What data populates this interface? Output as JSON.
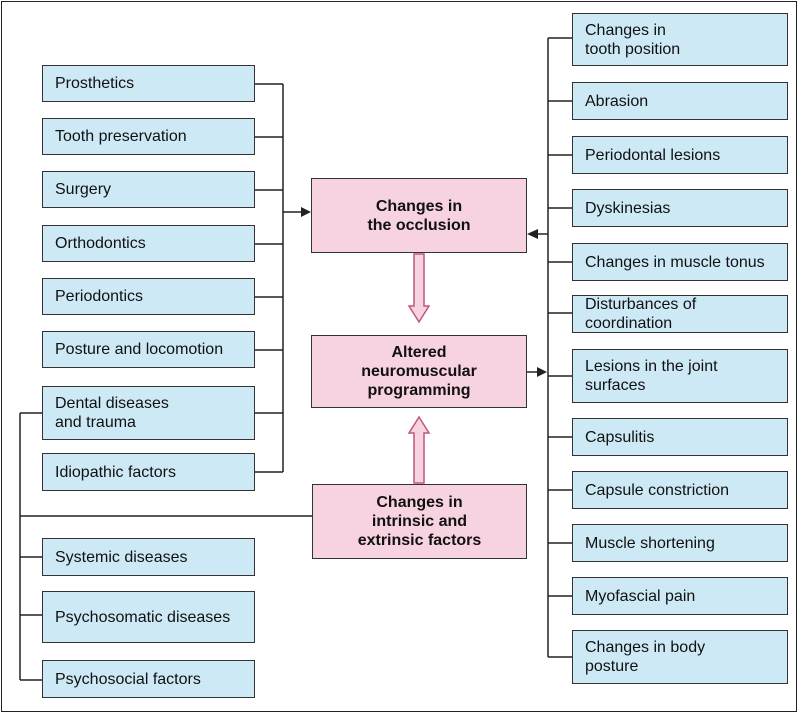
{
  "left_boxes": [
    "Prosthetics",
    "Tooth preservation",
    "Surgery",
    "Orthodontics",
    "Periodontics",
    "Posture and locomotion",
    "Dental diseases\nand trauma",
    "Idiopathic factors",
    "Systemic diseases",
    "Psychosomatic diseases",
    "Psychosocial factors"
  ],
  "center_boxes": {
    "occlusion": "Changes in\nthe occlusion",
    "neuromuscular": "Altered\nneuromuscular\nprogramming",
    "factors": "Changes in\nintrinsic and\nextrinsic factors"
  },
  "right_boxes": [
    "Changes in\ntooth position",
    "Abrasion",
    "Periodontal lesions",
    "Dyskinesias",
    "Changes in muscle tonus",
    "Disturbances of\ncoordination",
    "Lesions in the joint\nsurfaces",
    "Capsulitis",
    "Capsule constriction",
    "Muscle shortening",
    "Myofascial pain",
    "Changes in body\nposture"
  ],
  "colors": {
    "blue_box": "#cde9f6",
    "pink_box": "#f7d2e0",
    "outline": "#333333"
  }
}
